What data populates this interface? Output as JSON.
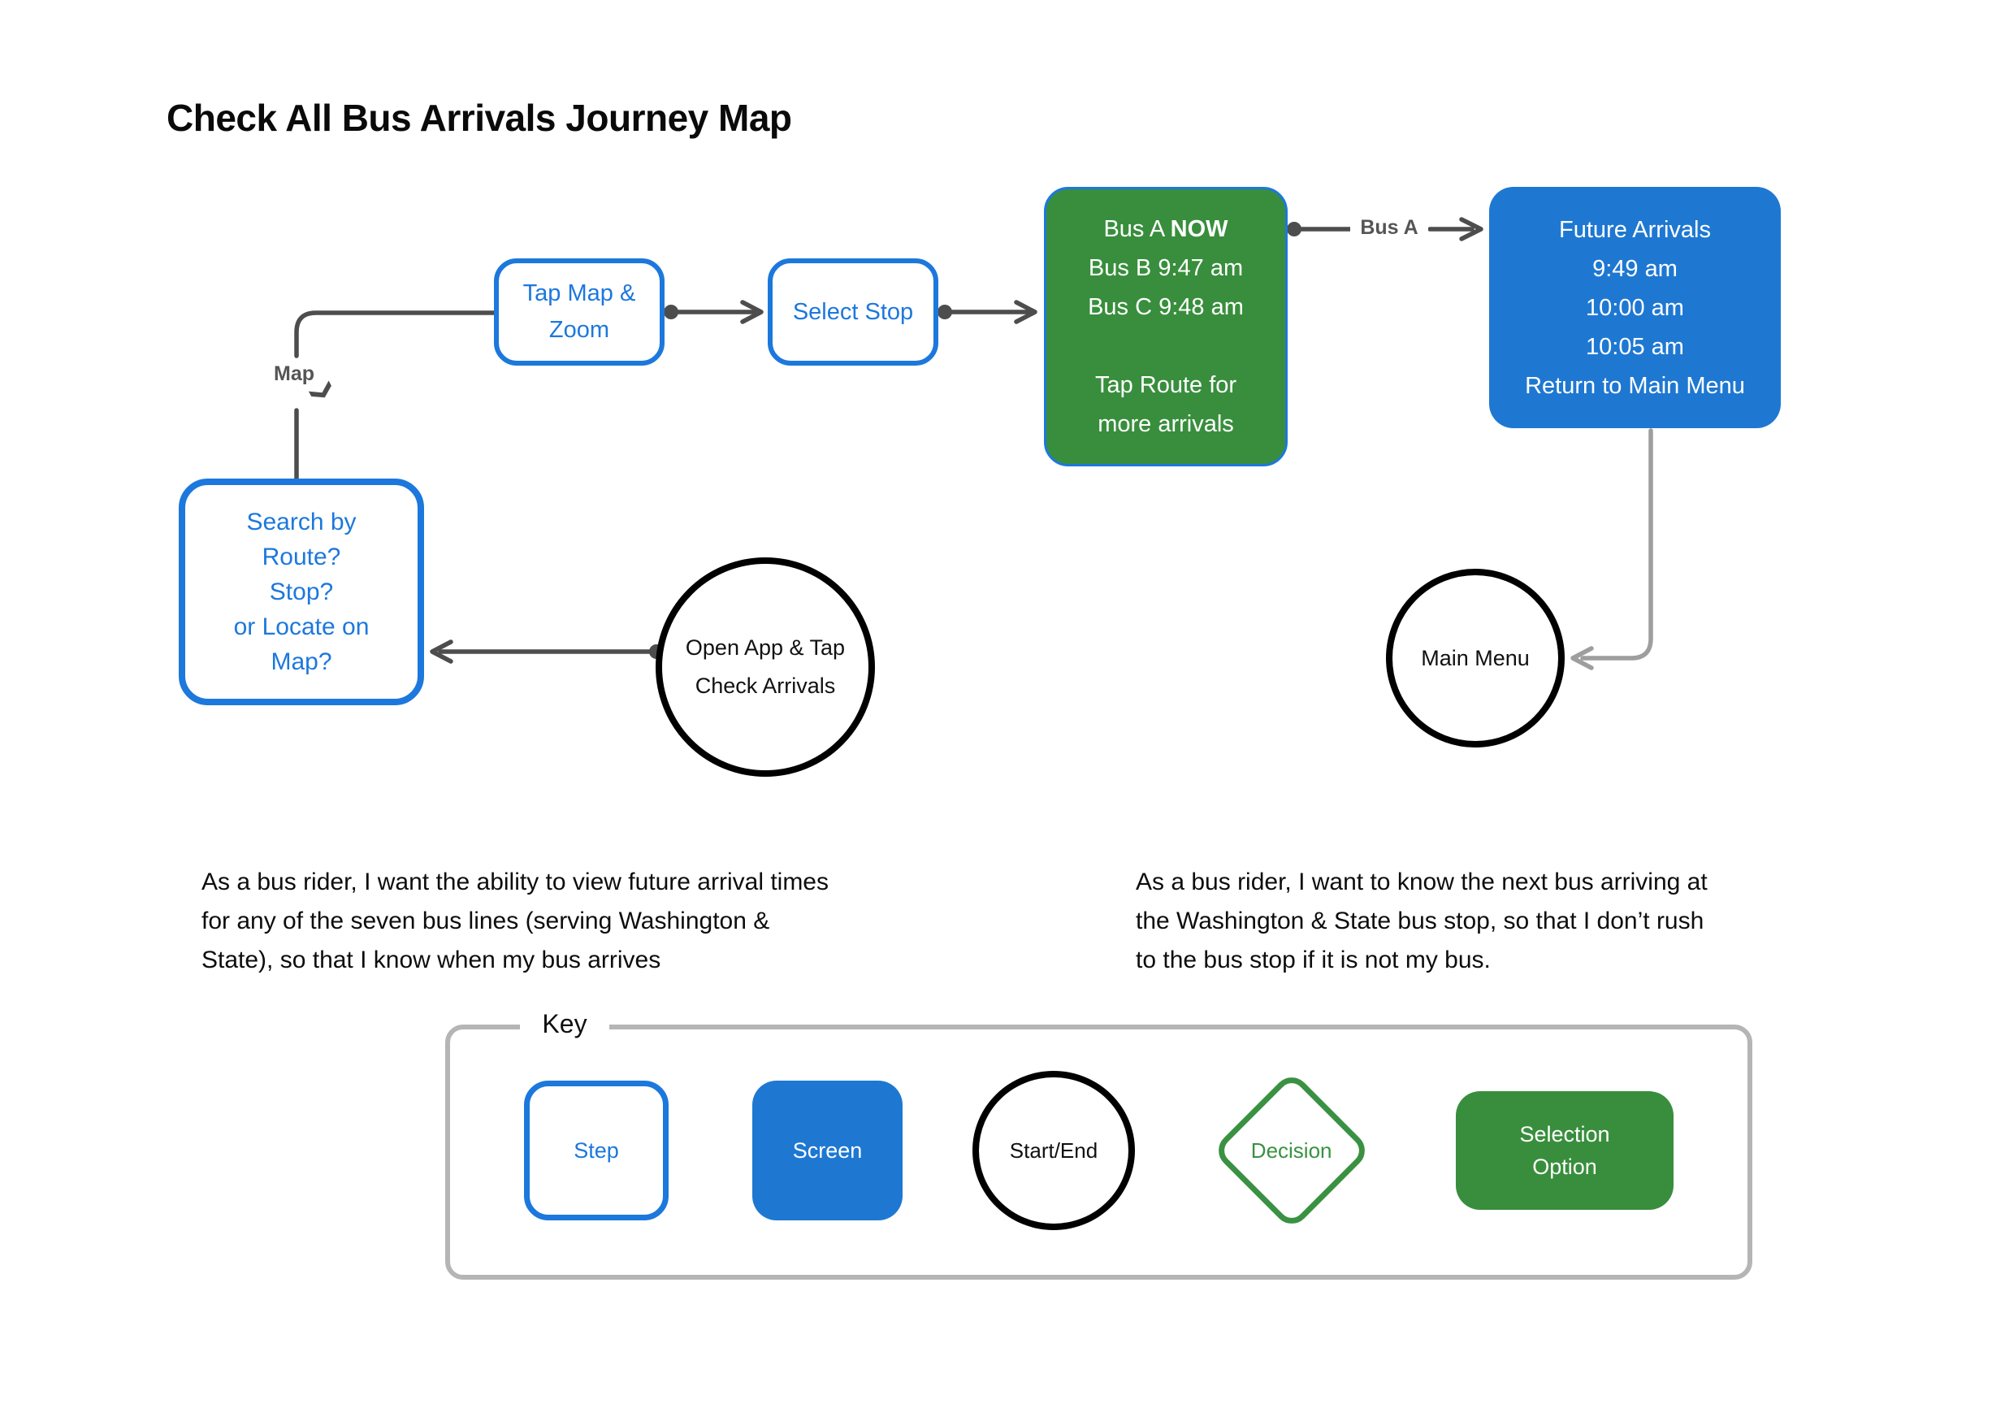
{
  "title": "Check All Bus Arrivals Journey Map",
  "colors": {
    "blue_fill": "#1e78d2",
    "blue_stroke": "#1c78dc",
    "green_fill": "#388e3c",
    "arrow_dark": "#4d4d4d",
    "arrow_light": "#9e9e9e",
    "key_border": "#b5b5b5"
  },
  "nodes": {
    "search_decision": {
      "lines": [
        "Search by",
        "Route?",
        "Stop?",
        "or Locate on",
        "Map?"
      ]
    },
    "tap_map": {
      "lines": [
        "Tap Map &",
        "Zoom"
      ]
    },
    "select_stop": {
      "label": "Select Stop"
    },
    "arrivals_screen": {
      "line1_prefix": "Bus A",
      "line1_bold": "NOW",
      "lines": [
        "Bus B 9:47 am",
        "Bus C 9:48 am",
        "",
        "Tap Route for",
        "more arrivals"
      ]
    },
    "future_arrivals": {
      "lines": [
        "Future Arrivals",
        "9:49 am",
        "10:00 am",
        "10:05 am",
        "Return to Main Menu"
      ]
    },
    "open_app": {
      "lines": [
        "Open App & Tap",
        "Check Arrivals"
      ]
    },
    "main_menu": {
      "label": "Main Menu"
    }
  },
  "connector_labels": {
    "map_branch": "Map",
    "bus_a_branch": "Bus A"
  },
  "stories": {
    "left": "As a bus rider, I want the ability to view future arrival times\nfor any of the seven bus lines (serving Washington &\nState), so that I know when my bus arrives",
    "right": "As a bus rider, I want to know the next bus arriving at\nthe Washington & State bus stop, so that I don’t rush\nto the bus stop if it is not my bus."
  },
  "key": {
    "label": "Key",
    "items": {
      "step": "Step",
      "screen": "Screen",
      "start_end": "Start/End",
      "decision": "Decision",
      "selection_option": "Selection\nOption"
    }
  }
}
